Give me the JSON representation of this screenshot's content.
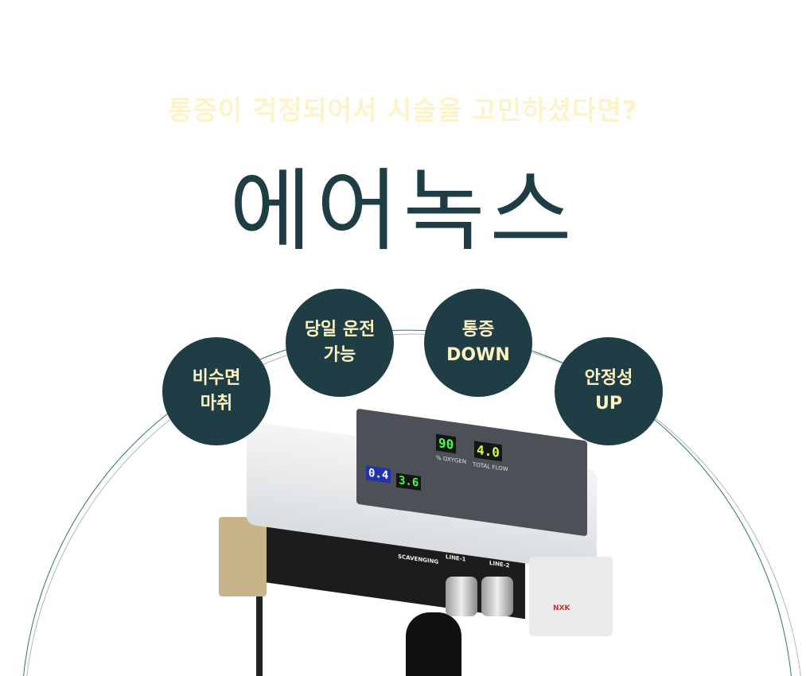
{
  "header": {
    "subtitle": "통증이 걱정되어서 시술을 고민하셨다면?",
    "title": "에어녹스"
  },
  "badges": [
    {
      "line1": "비수면",
      "line2": "마취"
    },
    {
      "line1": "당일 운전",
      "line2": "가능"
    },
    {
      "line1": "통증",
      "line2": "DOWN"
    },
    {
      "line1": "안정성",
      "line2": "UP"
    }
  ],
  "device": {
    "n2o": "0.4",
    "o2": "3.6",
    "oxygen": "90",
    "flow": "4.0",
    "oxygen_label": "% OXYGEN",
    "flow_label": "TOTAL FLOW",
    "line1": "LINE-1",
    "line2": "LINE-2",
    "scavenging": "SCAVENGING",
    "brand": "NXK"
  },
  "colors": {
    "accent": "#1f3d45",
    "badge_text": "#fff3c2",
    "subtitle": "#fdf3c6"
  }
}
